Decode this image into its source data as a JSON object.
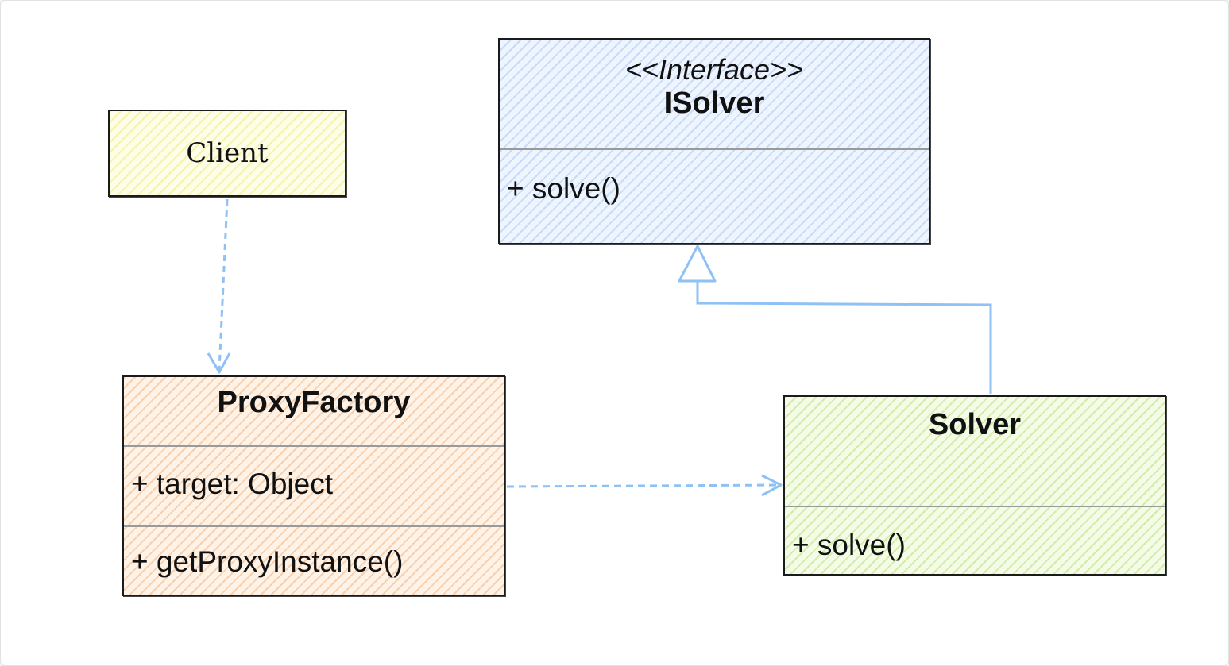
{
  "diagram": {
    "colors": {
      "arrow": "#8fc1f4",
      "border": "#1b1b1b",
      "client_fill": "#f9f9a8",
      "interface_fill": "#cfe2fa",
      "factory_fill": "#f9c9a2",
      "solver_fill": "#d3eba6"
    },
    "client": {
      "name": "Client"
    },
    "isolver": {
      "stereotype": "<<Interface>>",
      "name": "ISolver",
      "operations": [
        "+ solve()"
      ]
    },
    "proxy_factory": {
      "name": "ProxyFactory",
      "attributes": [
        "+ target: Object"
      ],
      "operations": [
        "+ getProxyInstance()"
      ]
    },
    "solver": {
      "name": "Solver",
      "operations": [
        "+ solve()"
      ]
    },
    "relations": [
      {
        "from": "Client",
        "to": "ProxyFactory",
        "kind": "dependency"
      },
      {
        "from": "ProxyFactory",
        "to": "Solver",
        "kind": "dependency"
      },
      {
        "from": "Solver",
        "to": "ISolver",
        "kind": "realization"
      }
    ]
  }
}
